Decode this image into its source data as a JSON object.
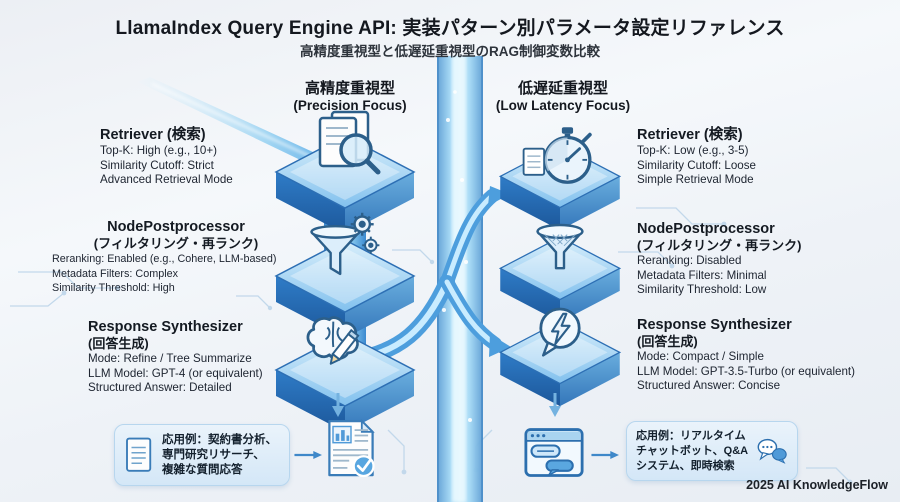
{
  "header": {
    "title": "LlamaIndex Query Engine API: 実装パターン別パラメータ設定リファレンス",
    "subtitle": "高精度重視型と低遅延重視型のRAG制御変数比較"
  },
  "left_column": {
    "heading_jp": "高精度重視型",
    "heading_en": "(Precision Focus)",
    "stages": [
      {
        "title": "Retriever (検索)",
        "icon": "documents-magnifier-icon",
        "lines": [
          "Top-K: High (e.g., 10+)",
          "Similarity Cutoff: Strict",
          "Advanced Retrieval Mode"
        ]
      },
      {
        "title": "NodePostprocessor",
        "subtitle": "(フィルタリング・再ランク)",
        "icon": "funnel-gears-icon",
        "lines": [
          "Reranking: Enabled (e.g., Cohere, LLM-based)",
          "Metadata Filters: Complex",
          "Similarity Threshold: High"
        ]
      },
      {
        "title": "Response Synthesizer",
        "subtitle": "(回答生成)",
        "icon": "brain-pencil-icon",
        "lines": [
          "Mode: Refine / Tree Summarize",
          "LLM Model: GPT-4 (or equivalent)",
          "Structured Answer: Detailed"
        ]
      }
    ],
    "example": {
      "input_icon": "document-icon",
      "output_icon": "report-check-icon",
      "lines": [
        "応用例：契約書分析、",
        "専門研究リサーチ、",
        "複雑な質問応答"
      ]
    }
  },
  "right_column": {
    "heading_jp": "低遅延重視型",
    "heading_en": "(Low Latency Focus)",
    "stages": [
      {
        "title": "Retriever (検索)",
        "icon": "stopwatch-icon",
        "lines": [
          "Top-K: Low (e.g., 3-5)",
          "Similarity Cutoff: Loose",
          "Simple Retrieval Mode"
        ]
      },
      {
        "title": "NodePostprocessor",
        "subtitle": "(フィルタリング・再ランク)",
        "icon": "funnel-icon",
        "lines": [
          "Reranking: Disabled",
          "Metadata Filters: Minimal",
          "Similarity Threshold: Low"
        ]
      },
      {
        "title": "Response Synthesizer",
        "subtitle": "(回答生成)",
        "icon": "chat-lightning-icon",
        "lines": [
          "Mode: Compact / Simple",
          "LLM Model: GPT-3.5-Turbo (or equivalent)",
          "Structured Answer: Concise"
        ]
      }
    ],
    "example": {
      "input_icon": "chat-window-icon",
      "output_icon": "chat-bubbles-icon",
      "lines": [
        "応用例：リアルタイム",
        "チャットボット、Q&A",
        "システム、即時検索"
      ]
    }
  },
  "footer": {
    "credit": "2025 AI KnowledgeFlow"
  },
  "colors": {
    "accent_blue": "#3f88c9",
    "deep_blue": "#1f5d9e",
    "light_blue": "#bfe3f8",
    "background": "#eef1f5"
  }
}
